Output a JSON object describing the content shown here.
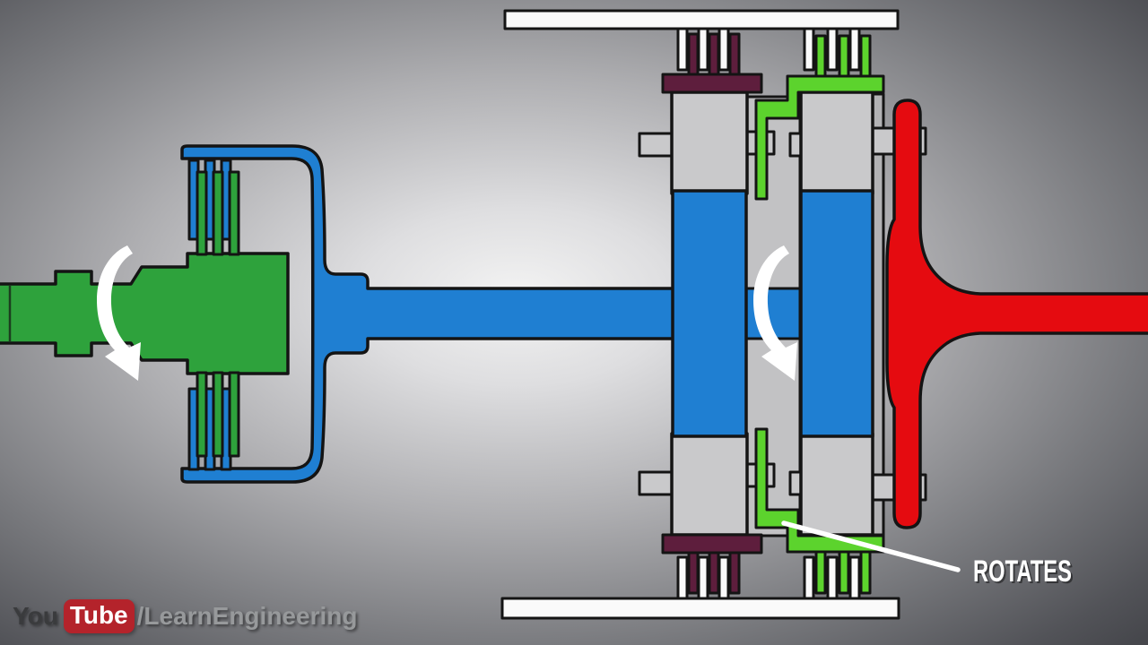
{
  "annotation": {
    "label": "ROTATES"
  },
  "watermark": {
    "you": "You",
    "tube": "Tube",
    "channel": "/LearnEngineering"
  },
  "icons": {
    "input_rotation_arrow": "curved-rotation-arrow",
    "gear_rotation_arrow": "curved-rotation-arrow",
    "youtube_badge": "youtube-logo-badge"
  },
  "colors": {
    "blue": "#1f7fd2",
    "green": "#2ea23c",
    "lime": "#5cd32d",
    "maroon": "#5e1e3d",
    "red": "#e50b10",
    "light_gray": "#c9c9cb",
    "column_gray": "#c2c2c4",
    "strip_gray": "#b2b2b4",
    "white_part": "#fafafa",
    "arrow_white": "#ffffff",
    "pointer_white": "#ffffff",
    "label_white": "#ffffff",
    "label_shadow": "rgba(0,0,0,0.45)",
    "tube_badge_bg": "#b4232b",
    "tube_text": "#ffffff",
    "you_text": "#3a3b3d",
    "channel_text": "#97999b",
    "outline": "#141414",
    "bg_center": "#f3f3f3",
    "bg_edge": "#46474c"
  }
}
